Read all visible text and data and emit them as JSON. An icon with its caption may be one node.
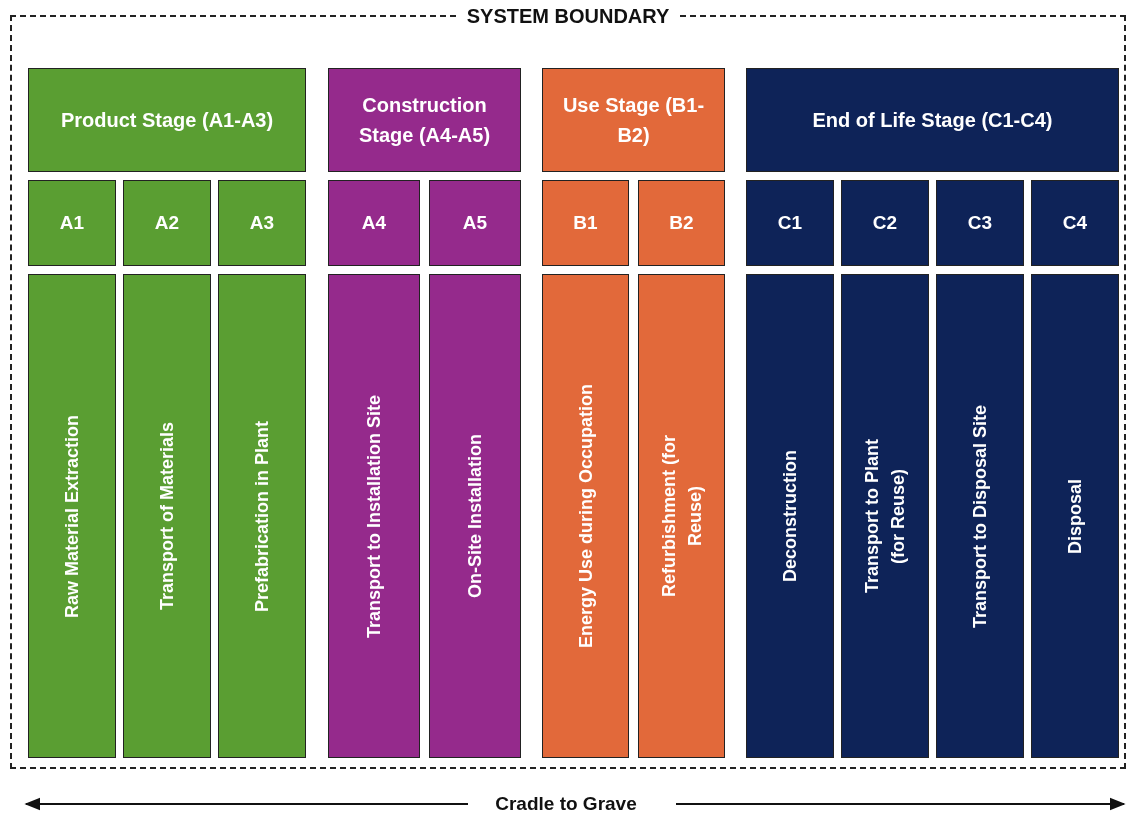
{
  "diagram": {
    "nodes": [
      {
        "text": [
          "SYSTEM BOUNDARY"
        ]
      },
      {
        "text": [
          "Product Stage (A1-A3)"
        ],
        "in": 0
      },
      {
        "text": [
          "Construction Stage (A4-A5)"
        ],
        "in": 0
      },
      {
        "text": [
          "Use Stage (B1-B2)"
        ],
        "in": 0
      },
      {
        "text": [
          "End of Life Stage (C1-C4)"
        ],
        "in": 0
      },
      {
        "text": [
          "A1"
        ],
        "in": 0
      },
      {
        "text": [
          "A2"
        ],
        "in": 0
      },
      {
        "text": [
          "A3"
        ],
        "in": 0
      },
      {
        "text": [
          "A4"
        ],
        "in": 0
      },
      {
        "text": [
          "A5"
        ],
        "in": 0
      },
      {
        "text": [
          "B1"
        ],
        "in": 0
      },
      {
        "text": [
          "B2"
        ],
        "in": 0
      },
      {
        "text": [
          "C1"
        ],
        "in": 0
      },
      {
        "text": [
          "C2"
        ],
        "in": 0
      },
      {
        "text": [
          "C3"
        ],
        "in": 0
      },
      {
        "text": [
          "C4"
        ],
        "in": 0
      },
      {
        "text": [
          "Raw Material Extraction"
        ],
        "in": 0
      },
      {
        "text": [
          "Transport of Materials"
        ],
        "in": 0
      },
      {
        "text": [
          "Prefabrication in Plant"
        ],
        "in": 0
      },
      {
        "text": [
          "Transport to Installation Site"
        ],
        "in": 0
      },
      {
        "text": [
          "On-Site Installation"
        ],
        "in": 0
      },
      {
        "text": [
          "Energy Use during Occupation"
        ],
        "in": 0
      },
      {
        "text": [
          "Refurbishment (for Reuse)"
        ],
        "in": 0
      },
      {
        "text": [
          "Deconstruction"
        ],
        "in": 0
      },
      {
        "text": [
          "Transport to Plant (for Reuse)"
        ],
        "in": 0
      },
      {
        "text": [
          "Transport to Disposal Site"
        ],
        "in": 0
      },
      {
        "text": [
          "Disposal"
        ],
        "in": 0
      }
    ],
    "edges": [],
    "labels": [
      "Cradle to Grave"
    ]
  }
}
